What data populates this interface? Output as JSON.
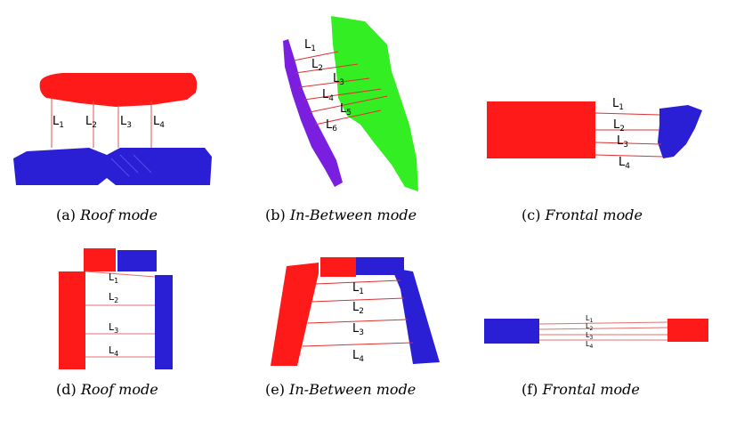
{
  "colors": {
    "red": "#ff1a1a",
    "blue": "#2b1fd6",
    "green": "#33ee22",
    "purple": "#7a1fe0",
    "line": "#e03030"
  },
  "panels": [
    {
      "id": "a",
      "tag": "(a)",
      "mode": "Roof mode",
      "lines": [
        "L",
        "L",
        "L",
        "L"
      ],
      "subs": [
        "1",
        "2",
        "3",
        "4"
      ]
    },
    {
      "id": "b",
      "tag": "(b)",
      "mode": "In-Between mode",
      "lines": [
        "L",
        "L",
        "L",
        "L",
        "L",
        "L"
      ],
      "subs": [
        "1",
        "2",
        "3",
        "4",
        "5",
        "6"
      ]
    },
    {
      "id": "c",
      "tag": "(c)",
      "mode": "Frontal mode",
      "lines": [
        "L",
        "L",
        "L",
        "L"
      ],
      "subs": [
        "1",
        "2",
        "3",
        "4"
      ]
    },
    {
      "id": "d",
      "tag": "(d)",
      "mode": "Roof mode",
      "lines": [
        "L",
        "L",
        "L",
        "L"
      ],
      "subs": [
        "1",
        "2",
        "3",
        "4"
      ]
    },
    {
      "id": "e",
      "tag": "(e)",
      "mode": "In-Between mode",
      "lines": [
        "L",
        "L",
        "L",
        "L"
      ],
      "subs": [
        "1",
        "2",
        "3",
        "4"
      ]
    },
    {
      "id": "f",
      "tag": "(f)",
      "mode": "Frontal mode",
      "lines": [
        "L",
        "L",
        "L",
        "L"
      ],
      "subs": [
        "1",
        "2",
        "3",
        "4"
      ]
    }
  ]
}
